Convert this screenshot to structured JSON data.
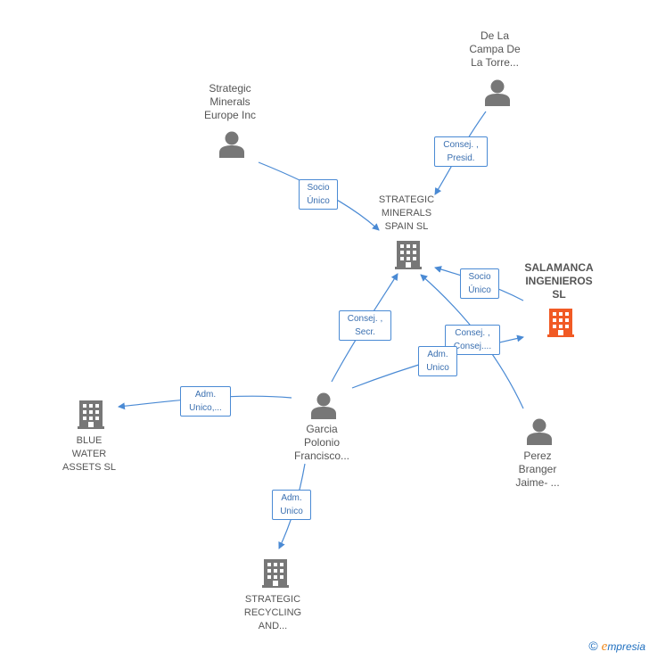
{
  "nodes": [
    {
      "id": "strategic_minerals_spain",
      "label": "STRATEGIC\nMINERALS\nSPAIN  SL",
      "kind": "company"
    },
    {
      "id": "salamanca",
      "label": "SALAMANCA\nINGENIEROS\nSL",
      "kind": "company",
      "highlight": true
    },
    {
      "id": "blue_water",
      "label": "BLUE\nWATER\nASSETS  SL",
      "kind": "company"
    },
    {
      "id": "strategic_recycling",
      "label": "STRATEGIC\nRECYCLING\nAND...",
      "kind": "company"
    },
    {
      "id": "strategic_minerals_europe",
      "label": "Strategic\nMinerals\nEurope Inc",
      "kind": "person"
    },
    {
      "id": "de_la_campa",
      "label": "De La\nCampa De\nLa Torre...",
      "kind": "person"
    },
    {
      "id": "garcia",
      "label": "Garcia\nPolonio\nFrancisco...",
      "kind": "person"
    },
    {
      "id": "perez",
      "label": "Perez\nBranger\nJaime- ...",
      "kind": "person"
    }
  ],
  "edges": [
    {
      "from": "strategic_minerals_europe",
      "to": "strategic_minerals_spain",
      "label": "Socio\nÚnico"
    },
    {
      "from": "de_la_campa",
      "to": "strategic_minerals_spain",
      "label": "Consej. ,\nPresid."
    },
    {
      "from": "salamanca",
      "to": "strategic_minerals_spain",
      "label": "Socio\nÚnico"
    },
    {
      "from": "garcia",
      "to": "strategic_minerals_spain",
      "label": "Consej. ,\nSecr."
    },
    {
      "from": "perez",
      "to": "strategic_minerals_spain",
      "label": "Consej. ,\nConsej...."
    },
    {
      "from": "garcia",
      "to": "salamanca",
      "label": "Adm.\nUnico"
    },
    {
      "from": "garcia",
      "to": "blue_water",
      "label": "Adm.\nUnico,..."
    },
    {
      "from": "garcia",
      "to": "strategic_recycling",
      "label": "Adm.\nUnico"
    }
  ],
  "colors": {
    "edge": "#4a8ad4",
    "node_icon": "#777777",
    "highlight_icon": "#f15a24",
    "edge_label_text": "#3a6fb0"
  },
  "footer": {
    "copyright": "©",
    "brand_initial": "e",
    "brand_rest": "mpresia"
  }
}
